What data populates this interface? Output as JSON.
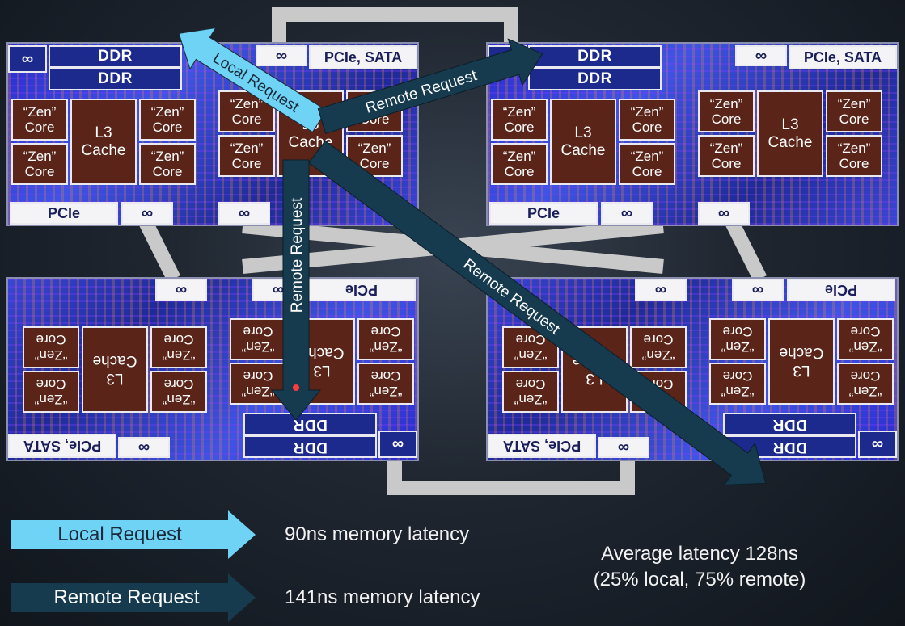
{
  "die": {
    "ddr": "DDR",
    "pcie_sata": "PCIe, SATA",
    "pcie": "PCIe",
    "core": "“Zen” Core",
    "core_line1": "“Zen”",
    "core_line2": "Core",
    "l3_line1": "L3",
    "l3_line2": "Cache",
    "infinity_symbol": "∞"
  },
  "arrows": {
    "local": "Local Request",
    "remote_top": "Remote Request",
    "remote_vertical": "Remote Request",
    "remote_diagonal": "Remote Request"
  },
  "legend": {
    "local_label": "Local Request",
    "local_latency": "90ns memory latency",
    "remote_label": "Remote Request",
    "remote_latency": "141ns memory latency"
  },
  "average": {
    "line1": "Average latency 128ns",
    "line2": "(25% local, 75% remote)"
  },
  "colors": {
    "local_arrow": "#6fd3f5",
    "remote_arrow": "#163a4e",
    "connector": "#c9c9c9"
  },
  "icons": [
    "infinity-fabric-icon"
  ]
}
